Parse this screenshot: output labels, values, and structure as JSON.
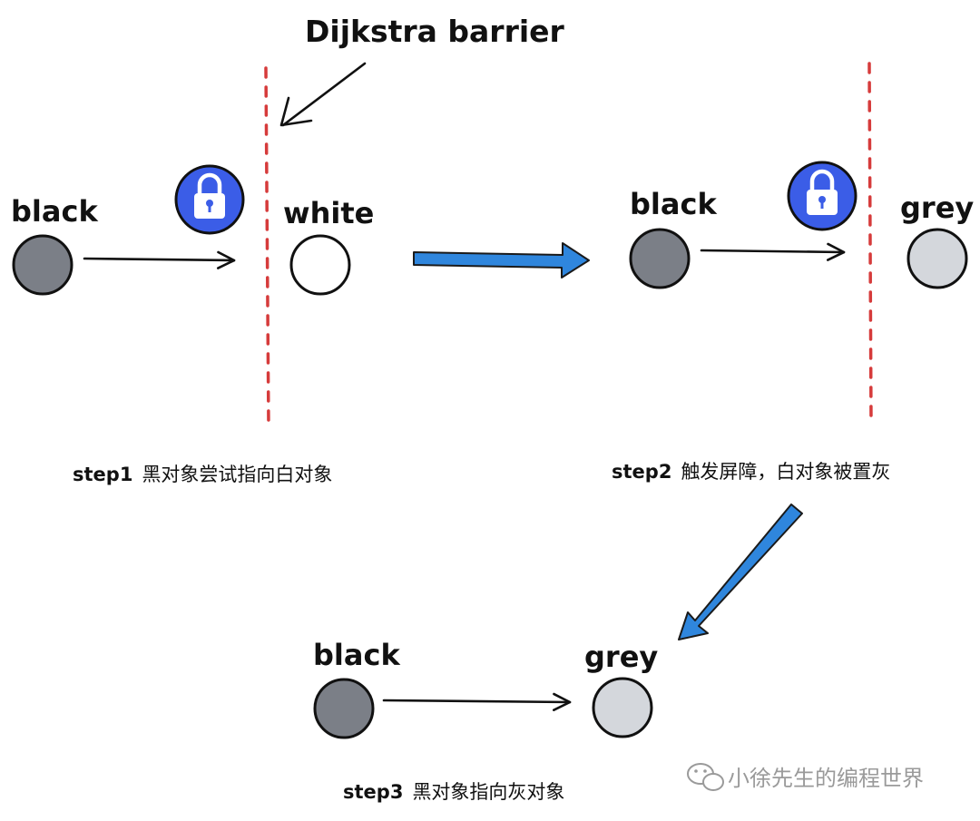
{
  "barrier_label": "Dijkstra barrier",
  "steps": [
    {
      "caption_prefix": "step1",
      "caption_text": "黑对象尝试指向白对象",
      "source": {
        "label": "black",
        "color": "#7b7f87"
      },
      "target": {
        "label": "white",
        "color": "#ffffff"
      }
    },
    {
      "caption_prefix": "step2",
      "caption_text": "触发屏障，白对象被置灰",
      "source": {
        "label": "black",
        "color": "#7b7f87"
      },
      "target": {
        "label": "grey",
        "color": "#d4d7dc"
      }
    },
    {
      "caption_prefix": "step3",
      "caption_text": "黑对象指向灰对象",
      "source": {
        "label": "black",
        "color": "#7b7f87"
      },
      "target": {
        "label": "grey",
        "color": "#d4d7dc"
      }
    }
  ],
  "watermark": "小徐先生的编程世界",
  "colors": {
    "barrier_line": "#d63b3b",
    "flow_arrow": "#2f86dd",
    "lock_badge": "#3b5de7",
    "stroke": "#111111"
  },
  "icons": {
    "lock": "lock-icon",
    "wechat": "wechat-icon"
  }
}
